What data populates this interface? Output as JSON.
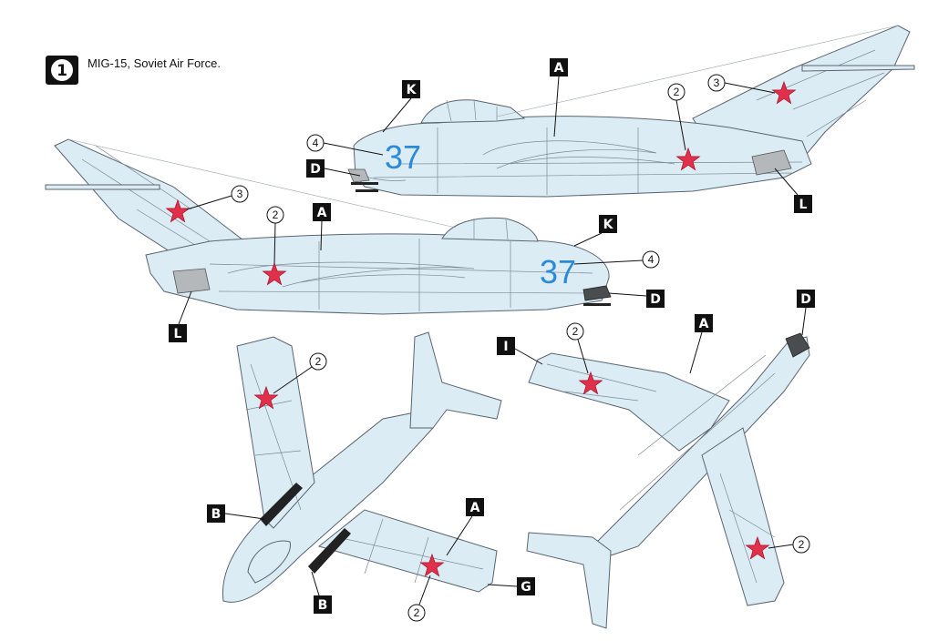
{
  "scheme": {
    "number": "1",
    "title": "MIG-15, Soviet Air Force."
  },
  "aircraft_number": "37",
  "callouts": {
    "A": "A",
    "B": "B",
    "D": "D",
    "G": "G",
    "I": "I",
    "K": "K",
    "L": "L",
    "n2": "2",
    "n3": "3",
    "n4": "4"
  },
  "colors": {
    "camouflage_light_blue": "#dcecf5",
    "star_red": "#e0304a",
    "number_blue": "#2a8ad8",
    "anti_glare_grey": "#b4b8bb",
    "walkway_black": "#222222"
  }
}
